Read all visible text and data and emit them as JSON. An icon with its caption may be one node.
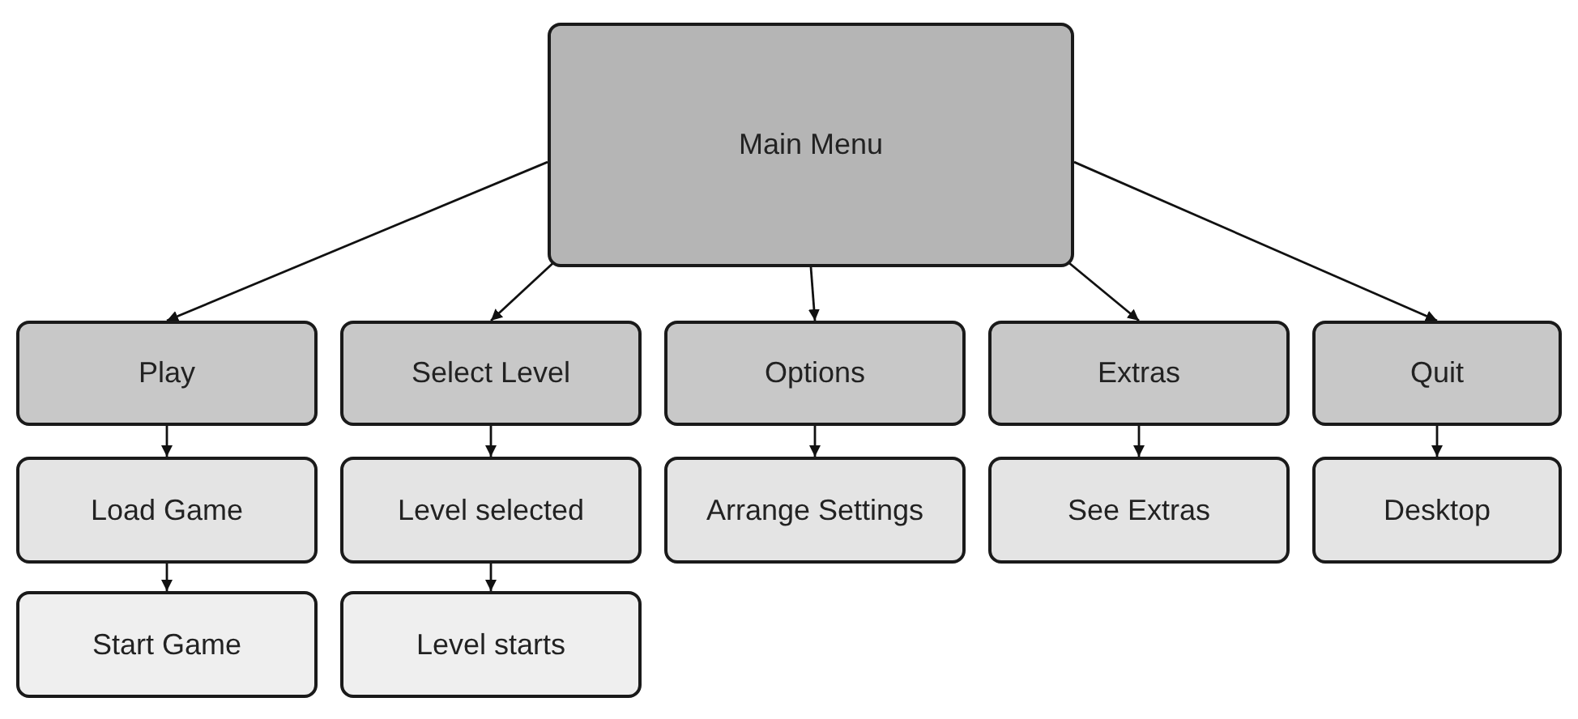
{
  "diagram": {
    "nodes": [
      {
        "text": [
          "Main Menu"
        ]
      },
      {
        "text": [
          "Play"
        ]
      },
      {
        "text": [
          "Select Level"
        ]
      },
      {
        "text": [
          "Options"
        ]
      },
      {
        "text": [
          "Extras"
        ]
      },
      {
        "text": [
          "Quit"
        ]
      },
      {
        "text": [
          "Load Game"
        ]
      },
      {
        "text": [
          "Level selected"
        ]
      },
      {
        "text": [
          "Arrange Settings"
        ]
      },
      {
        "text": [
          "See Extras"
        ]
      },
      {
        "text": [
          "Desktop"
        ]
      },
      {
        "text": [
          "Start Game"
        ]
      },
      {
        "text": [
          "Level starts"
        ]
      }
    ],
    "edges": [
      {
        "from": 0,
        "to": 1,
        "arrow": "to"
      },
      {
        "from": 0,
        "to": 2,
        "arrow": "to"
      },
      {
        "from": 0,
        "to": 3,
        "arrow": "to"
      },
      {
        "from": 0,
        "to": 4,
        "arrow": "to"
      },
      {
        "from": 0,
        "to": 5,
        "arrow": "to"
      },
      {
        "from": 1,
        "to": 6,
        "arrow": "to"
      },
      {
        "from": 2,
        "to": 7,
        "arrow": "to"
      },
      {
        "from": 3,
        "to": 8,
        "arrow": "to"
      },
      {
        "from": 4,
        "to": 9,
        "arrow": "to"
      },
      {
        "from": 5,
        "to": 10,
        "arrow": "to"
      },
      {
        "from": 6,
        "to": 11,
        "arrow": "to"
      },
      {
        "from": 7,
        "to": 12,
        "arrow": "to"
      }
    ]
  }
}
